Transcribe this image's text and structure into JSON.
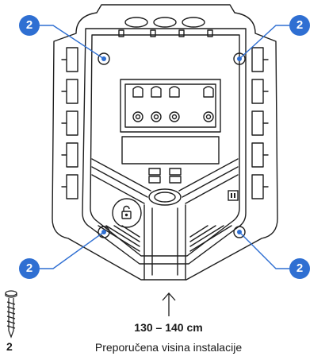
{
  "badges": {
    "top_left": "2",
    "top_right": "2",
    "bottom_left": "2",
    "bottom_right": "2"
  },
  "screw_count": "2",
  "height_range": "130 – 140 cm",
  "height_caption": "Preporučena visina instalacije",
  "colors": {
    "badge_blue": "#2f6fd2",
    "callout_line": "#2f6fd2",
    "outline": "#1e1e1e"
  },
  "icons": {
    "lock": "lock-icon",
    "wallbox": "wallbox-icon",
    "screw": "screw-icon",
    "arrow": "arrow-up-icon"
  }
}
